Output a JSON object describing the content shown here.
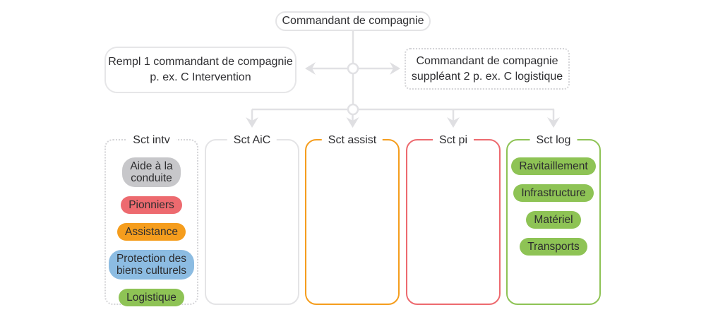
{
  "root": {
    "label": "Commandant de compagnie"
  },
  "deputy_left": {
    "line1": "Rempl 1 commandant de compagnie",
    "line2": "p. ex. C Intervention"
  },
  "deputy_right": {
    "line1": "Commandant de compagnie",
    "line2": "suppléant 2 p. ex. C logistique"
  },
  "colors": {
    "connector_gray": "#e1e1e4",
    "border_gray": "#e4e4e6",
    "dotted_gray": "#d4d4d7",
    "pill_gray": "#c7c7ca",
    "red": "#ed6a6f",
    "orange": "#f59d1d",
    "blue": "#8cbce2",
    "green": "#8ec355",
    "text": "#2f2f32"
  },
  "sections": [
    {
      "label": "Sct intv",
      "border_color": "#d4d4d7",
      "border_style": "dotted",
      "items": [
        {
          "label": "Aide à la\nconduite",
          "color": "#c7c7ca"
        },
        {
          "label": "Pionniers",
          "color": "#ed6a6f"
        },
        {
          "label": "Assistance",
          "color": "#f59d1d"
        },
        {
          "label": "Protection des\nbiens culturels",
          "color": "#8cbce2"
        },
        {
          "label": "Logistique",
          "color": "#8ec355"
        }
      ]
    },
    {
      "label": "Sct AiC",
      "border_color": "#e4e4e6",
      "border_style": "solid",
      "items": []
    },
    {
      "label": "Sct assist",
      "border_color": "#f59d1d",
      "border_style": "solid",
      "items": []
    },
    {
      "label": "Sct pi",
      "border_color": "#ed6a6f",
      "border_style": "solid",
      "items": []
    },
    {
      "label": "Sct log",
      "border_color": "#8ec355",
      "border_style": "solid",
      "items": [
        {
          "label": "Ravitaillement",
          "color": "#8ec355"
        },
        {
          "label": "Infrastructure",
          "color": "#8ec355"
        },
        {
          "label": "Matériel",
          "color": "#8ec355"
        },
        {
          "label": "Transports",
          "color": "#8ec355"
        }
      ]
    }
  ]
}
